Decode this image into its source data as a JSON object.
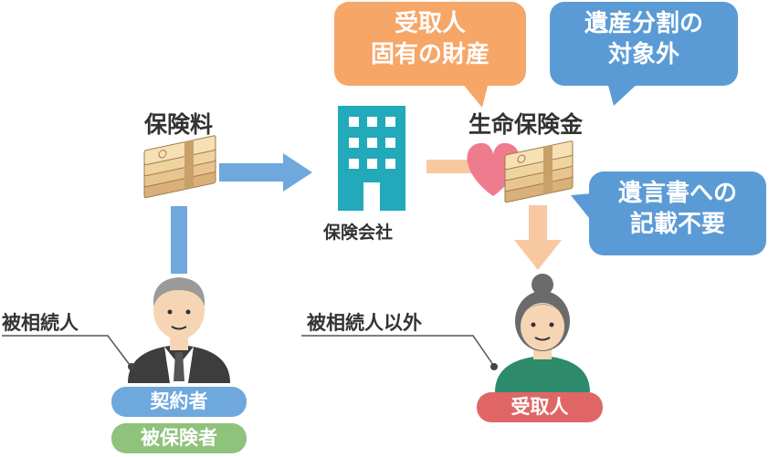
{
  "labels": {
    "premium": "保険料",
    "insurance_company": "保険会社",
    "death_benefit": "生命保険金",
    "decedent": "被相続人",
    "non_decedent": "被相続人以外"
  },
  "bubbles": {
    "recipient_property": {
      "line1": "受取人",
      "line2": "固有の財産"
    },
    "not_estate_division": {
      "line1": "遺産分割の",
      "line2": "対象外"
    },
    "no_will_needed": {
      "line1": "遺言書への",
      "line2": "記載不要"
    }
  },
  "roles": {
    "contractor": "契約者",
    "insured": "被保険者",
    "recipient": "受取人"
  },
  "colors": {
    "orange": "#f6a667",
    "blue": "#5b9bd5",
    "arrow_blue": "#6fa8dc",
    "arrow_peach": "#f8c8a0",
    "building": "#22a9ba",
    "heart": "#ef7c8e",
    "pill_blue": "#6fa8dc",
    "pill_green": "#8fc27a",
    "pill_red": "#e06666"
  }
}
